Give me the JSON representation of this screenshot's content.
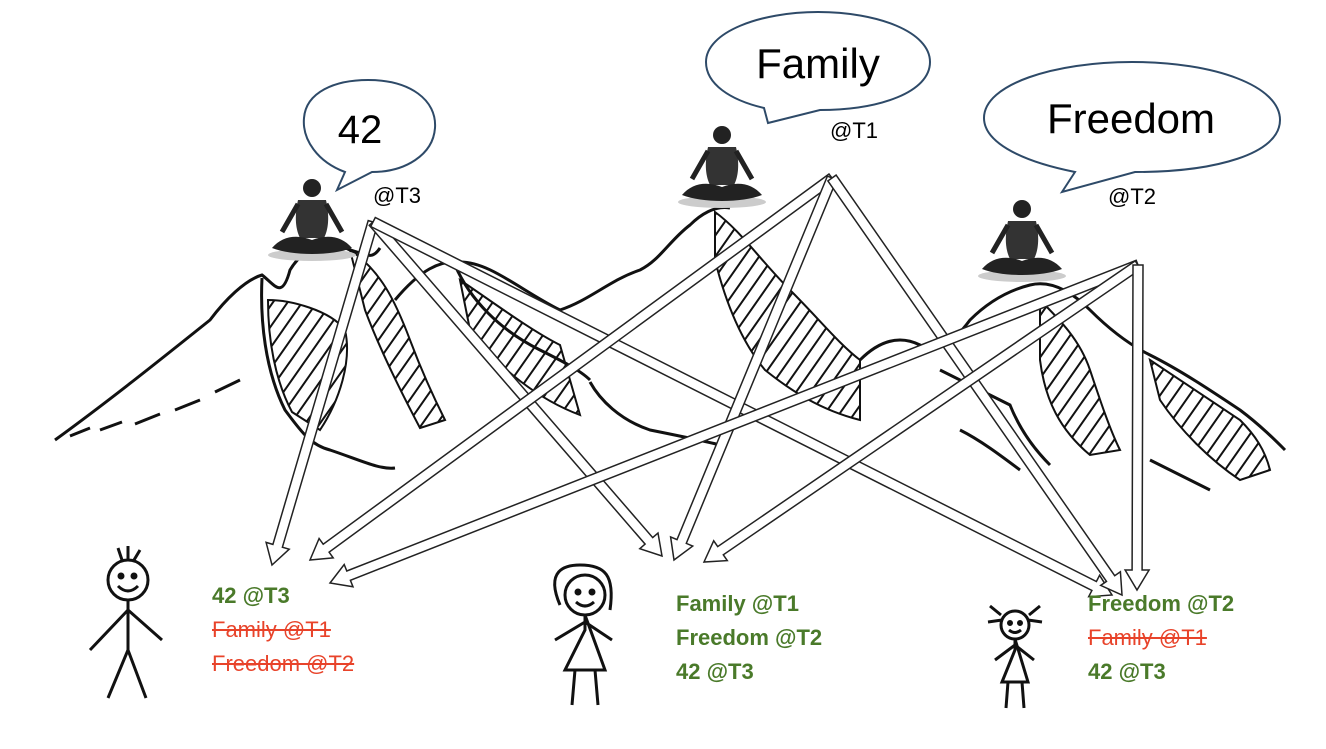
{
  "colors": {
    "accepted": "#4a7a2a",
    "rejected": "#e8432a",
    "bubble_stroke": "#2e4a68",
    "arrow_stroke": "#222222"
  },
  "sages": [
    {
      "id": "sage-42",
      "bubble_text": "42",
      "timestamp": "@T3",
      "icon": "meditating-monk-icon"
    },
    {
      "id": "sage-family",
      "bubble_text": "Family",
      "timestamp": "@T1",
      "icon": "meditating-monk-icon"
    },
    {
      "id": "sage-freedom",
      "bubble_text": "Freedom",
      "timestamp": "@T2",
      "icon": "meditating-monk-icon"
    }
  ],
  "people": [
    {
      "id": "person-boy",
      "icon": "stick-figure-boy-icon",
      "messages": [
        {
          "text": "42 @T3",
          "status": "accepted"
        },
        {
          "text": "Family @T1",
          "status": "rejected"
        },
        {
          "text": "Freedom @T2",
          "status": "rejected"
        }
      ]
    },
    {
      "id": "person-woman",
      "icon": "stick-figure-woman-icon",
      "messages": [
        {
          "text": "Family @T1",
          "status": "accepted"
        },
        {
          "text": "Freedom @T2",
          "status": "accepted"
        },
        {
          "text": "42 @T3",
          "status": "accepted"
        }
      ]
    },
    {
      "id": "person-girl",
      "icon": "stick-figure-girl-icon",
      "messages": [
        {
          "text": "Freedom @T2",
          "status": "accepted"
        },
        {
          "text": "Family @T1",
          "status": "rejected"
        },
        {
          "text": "42 @T3",
          "status": "accepted"
        }
      ]
    }
  ]
}
